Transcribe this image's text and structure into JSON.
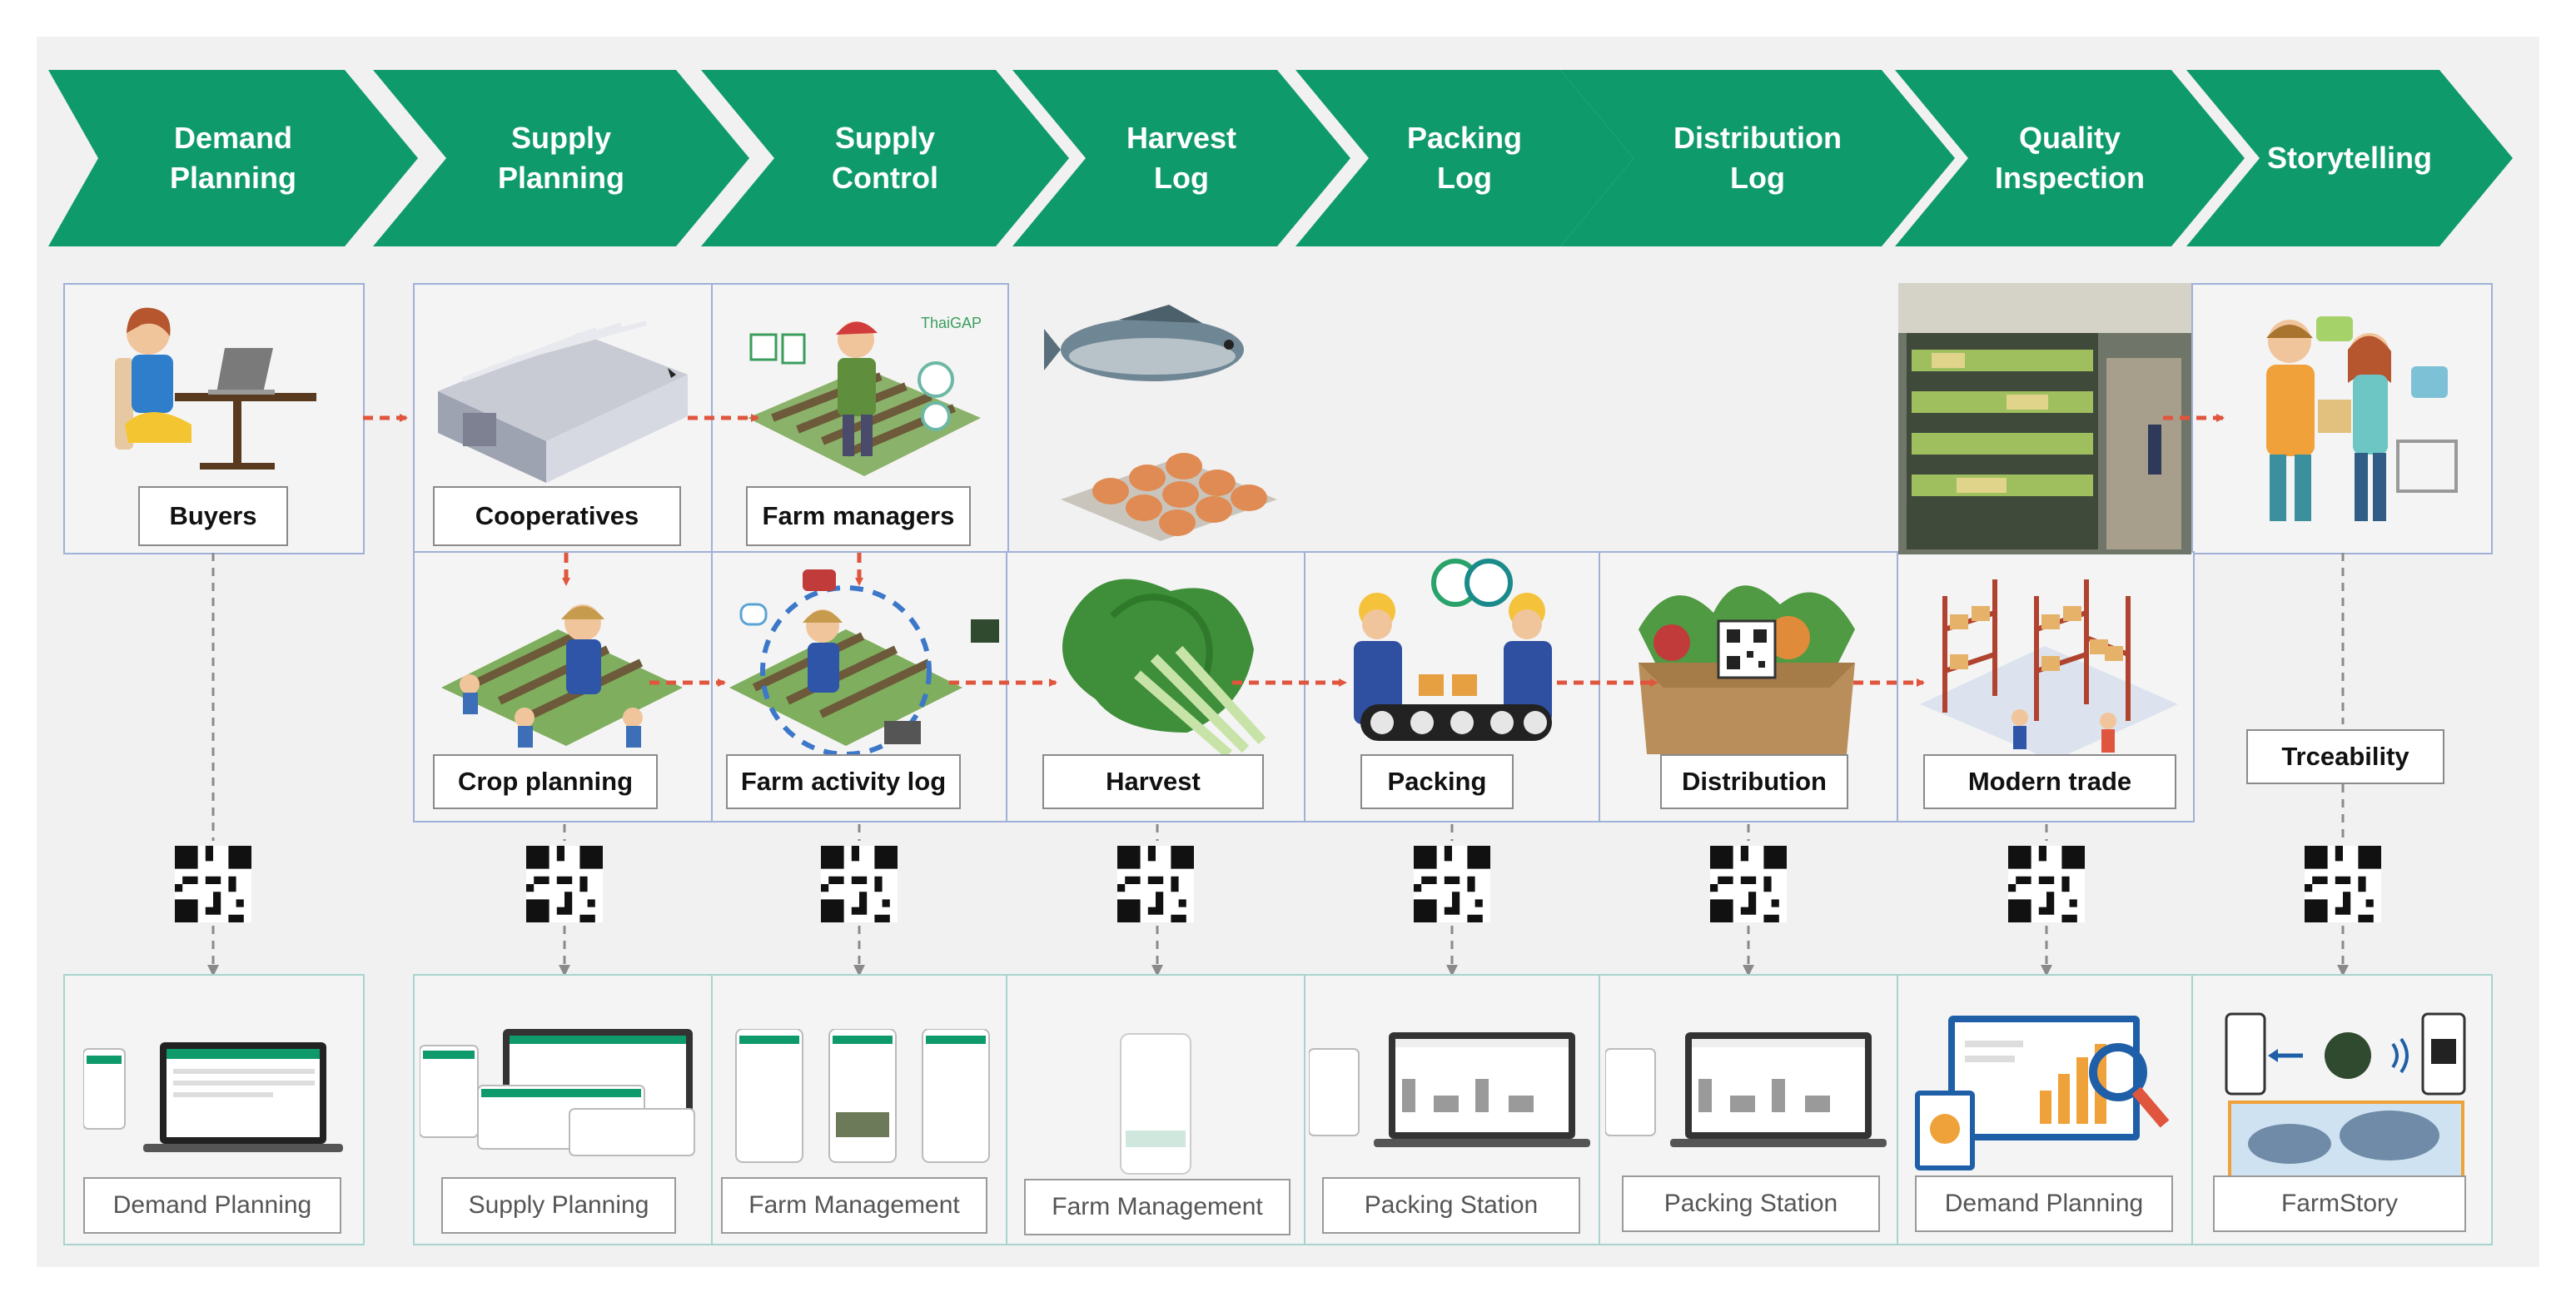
{
  "stages": [
    {
      "line1": "Demand",
      "line2": "Planning"
    },
    {
      "line1": "Supply",
      "line2": "Planning"
    },
    {
      "line1": "Supply",
      "line2": "Control"
    },
    {
      "line1": "Harvest",
      "line2": "Log"
    },
    {
      "line1": "Packing",
      "line2": "Log"
    },
    {
      "line1": "Distribution",
      "line2": "Log"
    },
    {
      "line1": "Quality",
      "line2": "Inspection"
    },
    {
      "line1": "Storytelling",
      "line2": ""
    }
  ],
  "actors": {
    "buyers": "Buyers",
    "cooperatives": "Cooperatives",
    "farm_managers": "Farm managers",
    "crop_planning": "Crop planning",
    "farm_activity_log": "Farm activity log",
    "harvest": "Harvest",
    "packing": "Packing",
    "distribution": "Distribution",
    "modern_trade": "Modern trade",
    "traceability": "Trceability"
  },
  "platforms": [
    "Demand Planning",
    "Supply Planning",
    "Farm Management",
    "Farm Management",
    "Packing Station",
    "Packing Station",
    "Demand Planning",
    "FarmStory"
  ],
  "colors": {
    "chevron": "#0f9a6c",
    "arrow": "#e0553d",
    "panel_border": "#9fb1d6",
    "platform_border": "#a8d4cf"
  }
}
